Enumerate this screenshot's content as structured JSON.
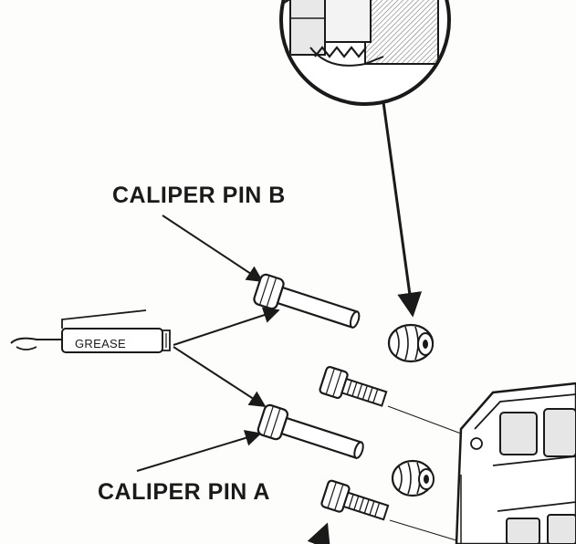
{
  "labels": {
    "caliper_pin_b": "CALIPER PIN B",
    "caliper_pin_a": "CALIPER PIN A",
    "grease": "GREASE"
  },
  "colors": {
    "ink": "#1a1a1a",
    "paper": "#fdfdfb",
    "shade": "#9a9a9a"
  }
}
